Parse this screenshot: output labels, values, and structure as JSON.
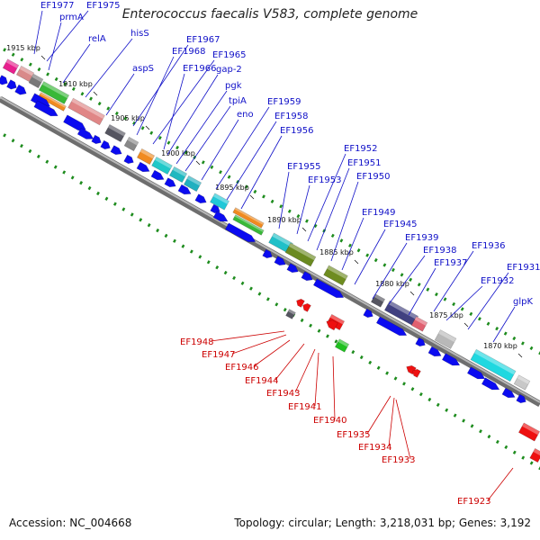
{
  "header": {
    "title": "Enterococcus faecalis V583, complete genome"
  },
  "footer": {
    "accession": "Accession: NC_004668",
    "summary": "Topology: circular; Length: 3,218,031 bp; Genes: 3,192"
  },
  "colors": {
    "plus_label": "#1010c8",
    "minus_label": "#cc0000",
    "backbone": "#888888",
    "dots": "#1e8c1e",
    "arrows": "#0b0bf0"
  },
  "kbp_ticks": [
    "1915 kbp",
    "1910 kbp",
    "1905 kbp",
    "1900 kbp",
    "1895 kbp",
    "1890 kbp",
    "1885 kbp",
    "1880 kbp",
    "1875 kbp",
    "1870 kbp"
  ],
  "plus_labels": [
    "EF1977",
    "EF1975",
    "prmA",
    "relA",
    "hisS",
    "aspS",
    "EF1967",
    "EF1968",
    "EF1965",
    "EF1966",
    "gap-2",
    "pgk",
    "tpiA",
    "eno",
    "EF1959",
    "EF1958",
    "EF1956",
    "EF1955",
    "EF1953",
    "EF1952",
    "EF1951",
    "EF1950",
    "EF1949",
    "EF1945",
    "EF1939",
    "EF1938",
    "EF1937",
    "EF1936",
    "EF1932",
    "EF1931",
    "glpK"
  ],
  "minus_labels": [
    "EF1948",
    "EF1947",
    "EF1946",
    "EF1944",
    "EF1943",
    "EF1941",
    "EF1940",
    "EF1935",
    "EF1934",
    "EF1933",
    "EF1923"
  ]
}
